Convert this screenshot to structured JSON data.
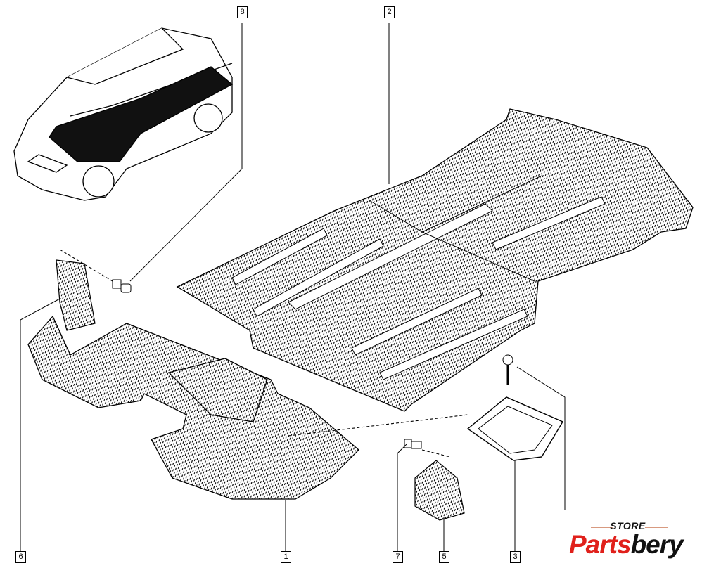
{
  "diagram": {
    "callouts": [
      {
        "id": "8",
        "label": "8"
      },
      {
        "id": "2",
        "label": "2"
      },
      {
        "id": "6",
        "label": "6"
      },
      {
        "id": "1",
        "label": "1"
      },
      {
        "id": "7",
        "label": "7"
      },
      {
        "id": "5",
        "label": "5"
      },
      {
        "id": "3",
        "label": "3"
      }
    ]
  },
  "logo": {
    "store": "STORE",
    "brand_part1": "Parts",
    "brand_part2": "bery",
    "colors": {
      "red": "#e0201b",
      "black": "#111111"
    }
  }
}
